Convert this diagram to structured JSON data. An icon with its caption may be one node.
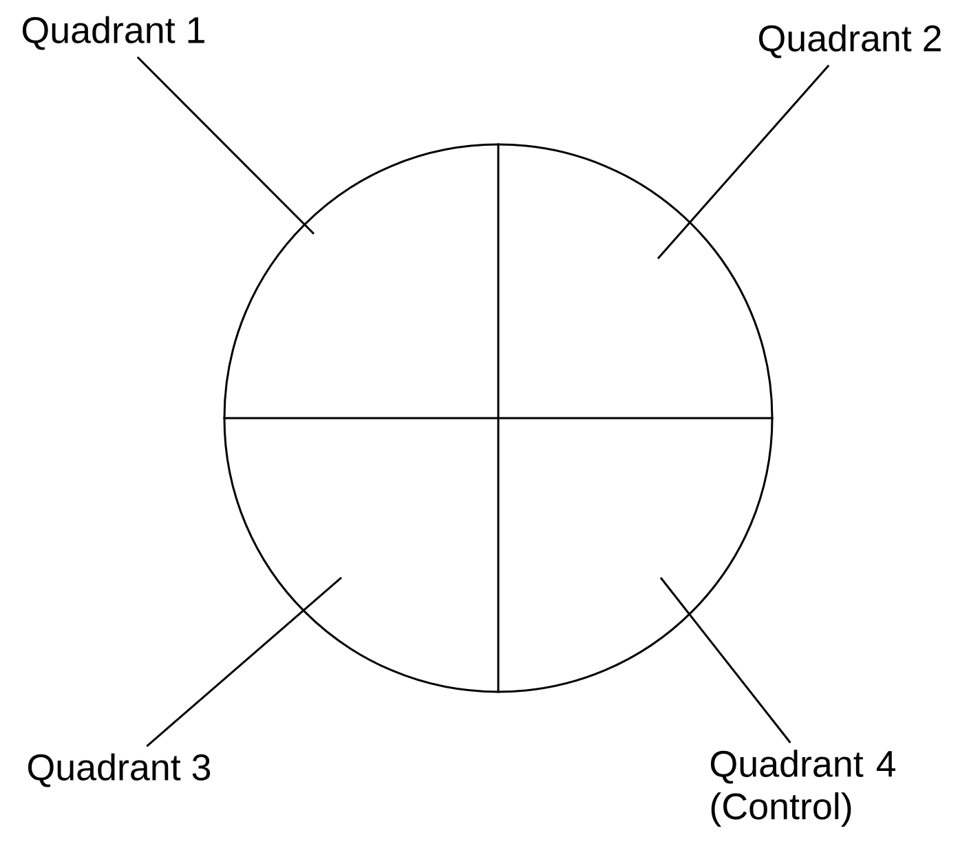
{
  "diagram": {
    "nodes": [
      {
        "text": [
          "Quadrant 1"
        ]
      },
      {
        "text": [
          "Quadrant 2"
        ]
      },
      {
        "text": [
          "Quadrant 3"
        ]
      },
      {
        "text": [
          "Quadrant 4 (Control)"
        ]
      },
      {
        "text": [],
        "shape": "circle"
      }
    ],
    "edges": [
      {
        "from": 0,
        "to": 4,
        "arrow": "none"
      },
      {
        "from": 1,
        "to": 4,
        "arrow": "none"
      },
      {
        "from": 2,
        "to": 4,
        "arrow": "none"
      },
      {
        "from": 3,
        "to": 4,
        "arrow": "none"
      }
    ]
  }
}
